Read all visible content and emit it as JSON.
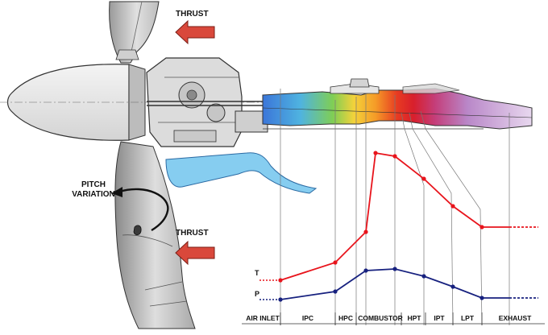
{
  "labels": {
    "thrust_top": "THRUST",
    "thrust_bottom": "THRUST",
    "pitch_line1": "PITCH",
    "pitch_line2": "VARIATION",
    "t_label": "T",
    "p_label": "P"
  },
  "sections": [
    "AIR INLET",
    "IPC",
    "HPC",
    "COMBUSTOR",
    "HPT",
    "IPT",
    "LPT",
    "EXHAUST"
  ],
  "colors": {
    "arrow": "#d9483b",
    "temperature": "#e8141c",
    "pressure": "#17217f",
    "duct": "#86cdf0",
    "blade_dark": "#8d8d8d",
    "blade_light": "#e4e4e4"
  }
}
